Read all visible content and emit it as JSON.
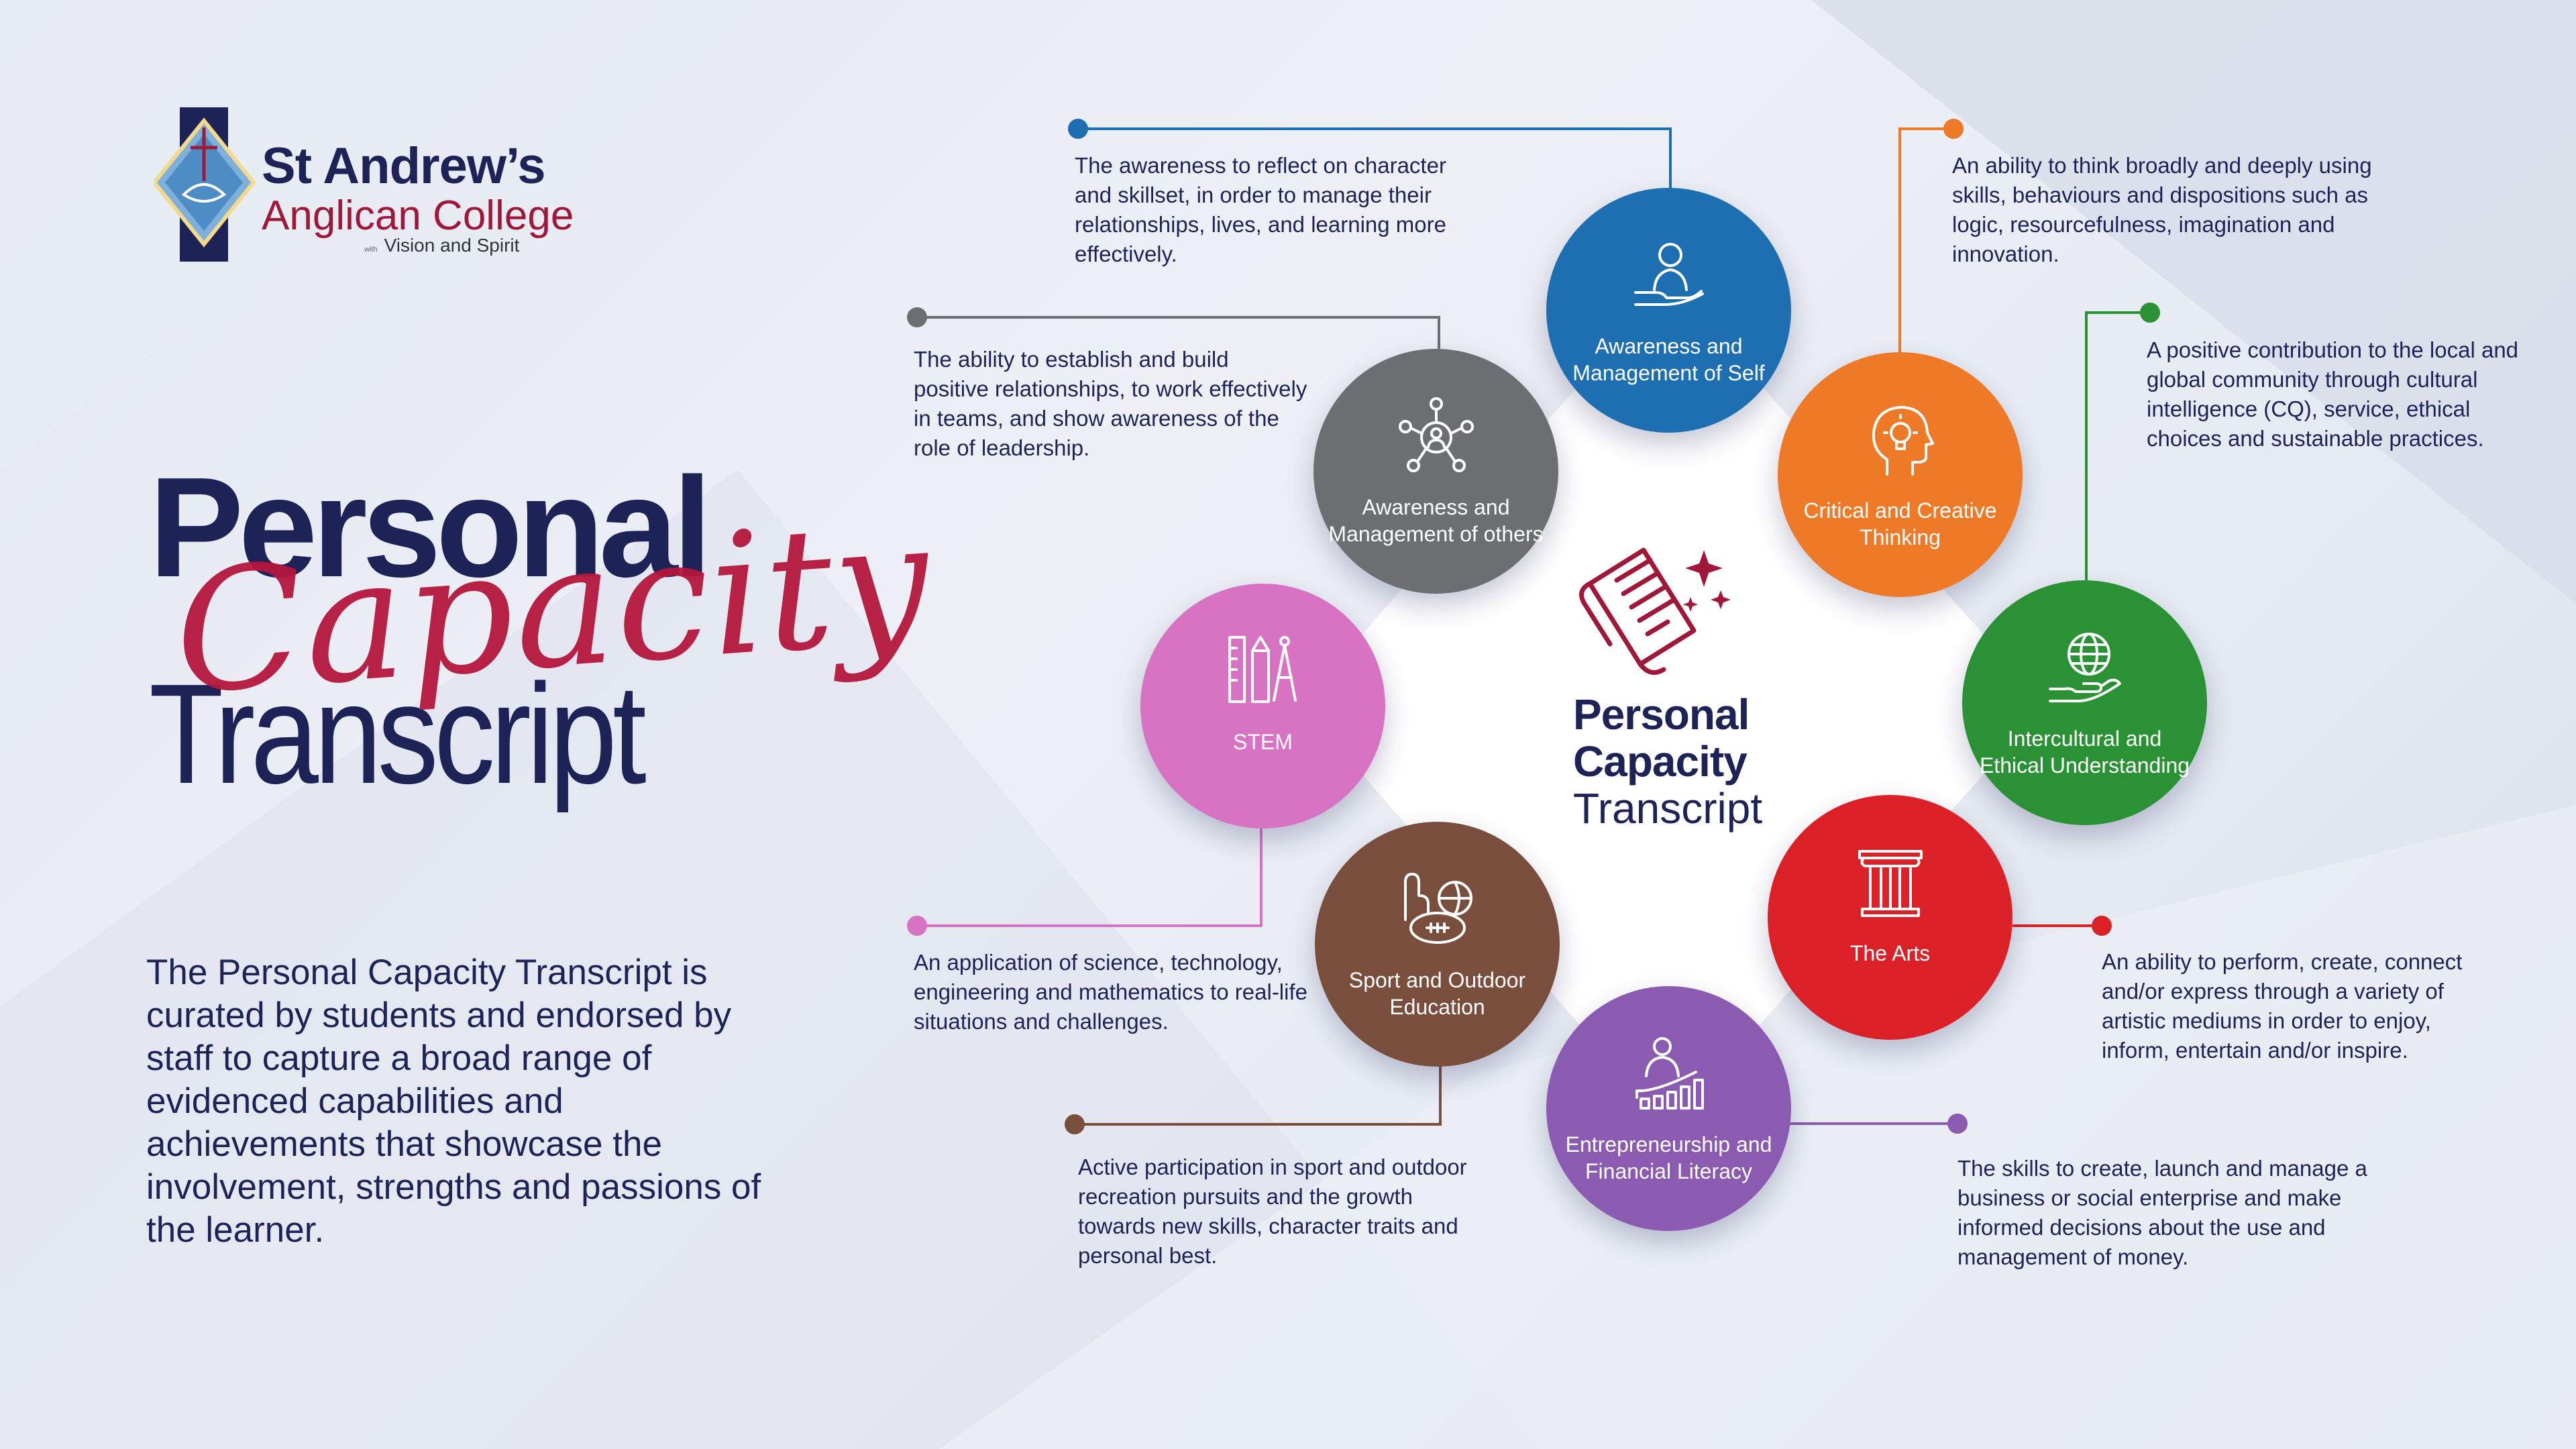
{
  "school": {
    "name": "St Andrew’s",
    "subtitle": "Anglican College",
    "tagline_prefix": "with",
    "tagline": "Vision and Spirit"
  },
  "title": {
    "personal": "Personal",
    "capacity": "Capacity",
    "transcript": "Transcript"
  },
  "intro": "The Personal Capacity Transcript is curated by students and endorsed by staff to capture a broad range of evidenced capabilities and achievements that showcase the involvement, strengths and passions of the learner.",
  "center": {
    "line1": "Personal",
    "line2": "Capacity",
    "line3": "Transcript",
    "icon": "scroll-sparkle-icon"
  },
  "capacities": [
    {
      "label": "Awareness and Management of Self",
      "color": "#1d6fb2",
      "icon": "hand-person-icon",
      "description": "The awareness to reflect on character and skillset, in order to manage their relationships, lives, and learning more effectively."
    },
    {
      "label": "Critical and Creative Thinking",
      "color": "#ee7a27",
      "icon": "head-lightbulb-icon",
      "description": "An ability to think broadly and deeply using skills, behaviours and dispositions such as logic, resourcefulness, imagination and innovation."
    },
    {
      "label": "Intercultural and Ethical Understanding",
      "color": "#2a9234",
      "icon": "globe-hand-icon",
      "description": "A positive contribution to the local and global community through cultural intelligence (CQ), service, ethical choices and sustainable practices."
    },
    {
      "label": "The Arts",
      "color": "#db2027",
      "icon": "column-icon",
      "description": "An ability to perform, create, connect and/or express through a variety of artistic mediums in order to enjoy, inform, entertain and/or inspire."
    },
    {
      "label": "Entrepreneurship and Financial Literacy",
      "color": "#8a5bb1",
      "icon": "person-growth-chart-icon",
      "description": "The skills to create, launch and manage a business or social enterprise and make informed decisions about the use and management of money."
    },
    {
      "label": "Sport and Outdoor Education",
      "color": "#7a4e3c",
      "icon": "sports-balls-icon",
      "description": "Active participation in sport and outdoor recreation pursuits and the growth towards new skills, character traits and personal best."
    },
    {
      "label": "STEM",
      "color": "#d873c3",
      "icon": "ruler-pencil-compass-icon",
      "description": "An application of science, technology, engineering and mathematics to real-life situations and challenges."
    },
    {
      "label": "Awareness and Management of others",
      "color": "#6d6e71",
      "icon": "people-network-icon",
      "description": "The ability to establish and build positive relationships, to work effectively in teams, and show awareness of the role of leadership."
    }
  ]
}
